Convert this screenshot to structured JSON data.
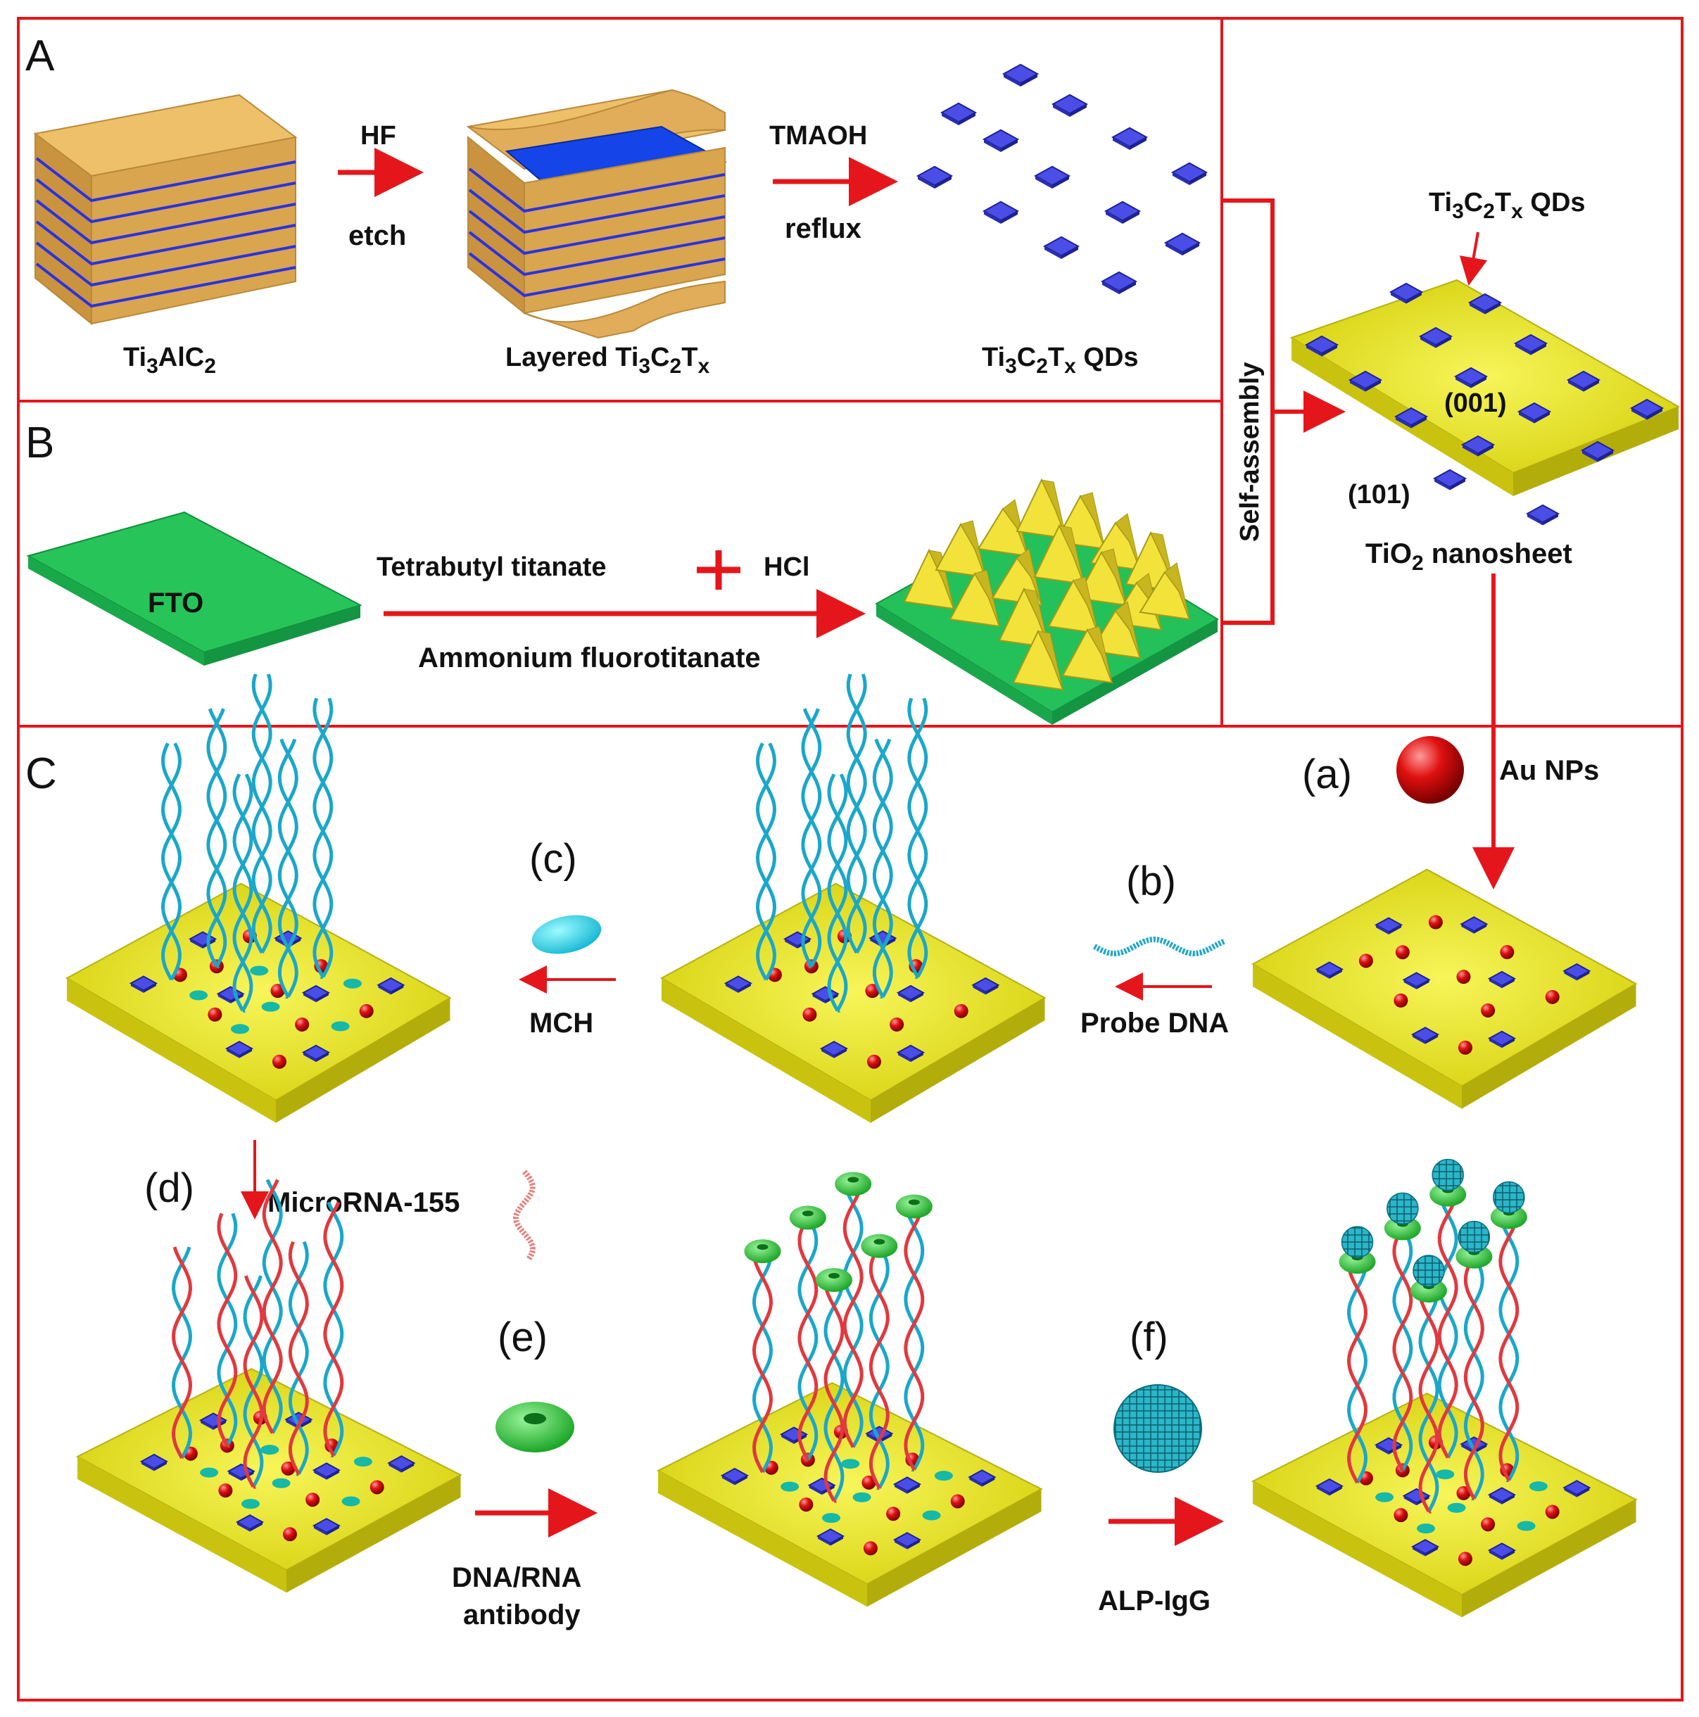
{
  "panels": {
    "A": "A",
    "B": "B",
    "C": "C"
  },
  "panel_a": {
    "ti3alc2": {
      "base": "Ti",
      "s1": "3",
      "mid": "AlC",
      "s2": "2"
    },
    "hf": "HF",
    "etch": "etch",
    "layered": {
      "pre": "Layered Ti",
      "s1": "3",
      "c": "C",
      "s2": "2",
      "t": "T",
      "sx": "x"
    },
    "tmaoh": "TMAOH",
    "reflux": "reflux",
    "qds": {
      "pre": "Ti",
      "s1": "3",
      "c": "C",
      "s2": "2",
      "t": "T",
      "sx": "x",
      "post": " QDs"
    }
  },
  "panel_b": {
    "fto": "FTO",
    "tetrabutyl": "Tetrabutyl titanate",
    "hcl": "HCl",
    "ammonium": "Ammonium fluorotitanate"
  },
  "self_assembly": "Self-assembly",
  "nanosheet": {
    "qds": {
      "pre": "Ti",
      "s1": "3",
      "c": "C",
      "s2": "2",
      "t": "T",
      "sx": "x",
      "post": " QDs"
    },
    "facet_001": "(001)",
    "facet_101": "(101)",
    "tio2": {
      "pre": "TiO",
      "s": "2",
      "post": " nanosheet"
    }
  },
  "panel_c": {
    "step_a": "(a)",
    "au_nps": "Au NPs",
    "step_b": "(b)",
    "probe_dna": "Probe DNA",
    "step_c": "(c)",
    "mch": "MCH",
    "step_d": "(d)",
    "microrna": "MicroRNA-155",
    "step_e": "(e)",
    "antibody_1": "DNA/RNA",
    "antibody_2": "antibody",
    "step_f": "(f)",
    "alp": "ALP-IgG"
  },
  "colors": {
    "frame": "#e5161b",
    "gold": "#e2b25e",
    "blue": "#3b3fd6",
    "yellow": "#e9e61c",
    "green": "#1faa54",
    "cyan": "#1aa7c9",
    "red": "#d9141b"
  }
}
